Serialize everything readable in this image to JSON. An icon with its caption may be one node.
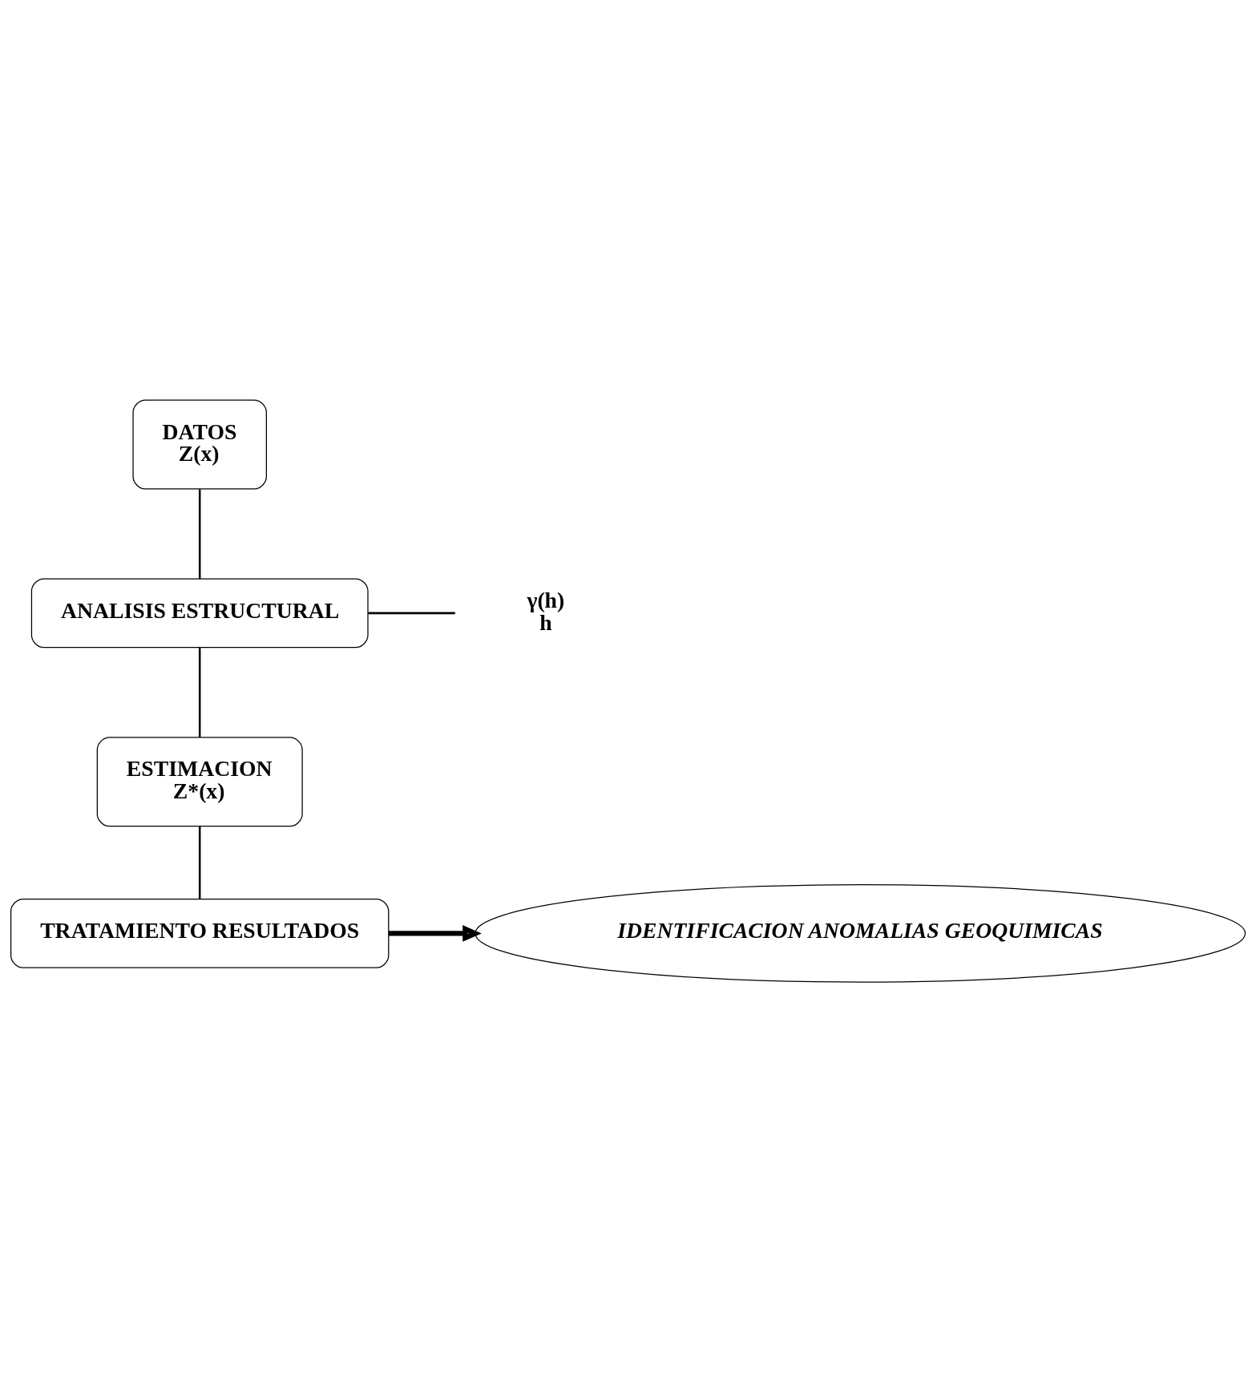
{
  "diagram": {
    "nodes": [
      {
        "text": [
          "DATOS",
          "Z(x)"
        ]
      },
      {
        "text": [
          "ANALISIS ESTRUCTURAL"
        ]
      },
      {
        "text": [
          "ESTIMACION",
          "Z*(x)"
        ]
      },
      {
        "text": [
          "TRATAMIENTO RESULTADOS"
        ]
      },
      {
        "text": [
          "γ(h)",
          "h"
        ]
      },
      {
        "text": [
          "IDENTIFICACION ANOMALIAS GEOQUIMICAS"
        ]
      }
    ],
    "edges": [
      {
        "from": 0,
        "to": 1,
        "arrow": "none"
      },
      {
        "from": 1,
        "to": 4,
        "arrow": "none"
      },
      {
        "from": 1,
        "to": 2,
        "arrow": "none"
      },
      {
        "from": 2,
        "to": 3,
        "arrow": "none"
      },
      {
        "from": 3,
        "to": 5,
        "arrow": "to",
        "style": "thick"
      }
    ]
  }
}
